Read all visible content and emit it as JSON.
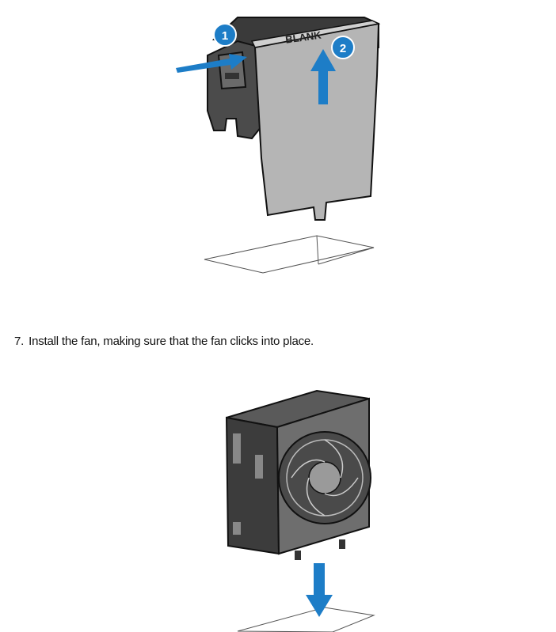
{
  "illustration1": {
    "callouts": [
      "1",
      "2"
    ],
    "blank_label": "BLANK",
    "arrow_color": "#1d7dc7",
    "callout_color": "#1d7dc7"
  },
  "step": {
    "number": "7.",
    "text": "Install the fan, making sure that the fan clicks into place."
  },
  "illustration2": {
    "arrow_color": "#1d7dc7"
  }
}
